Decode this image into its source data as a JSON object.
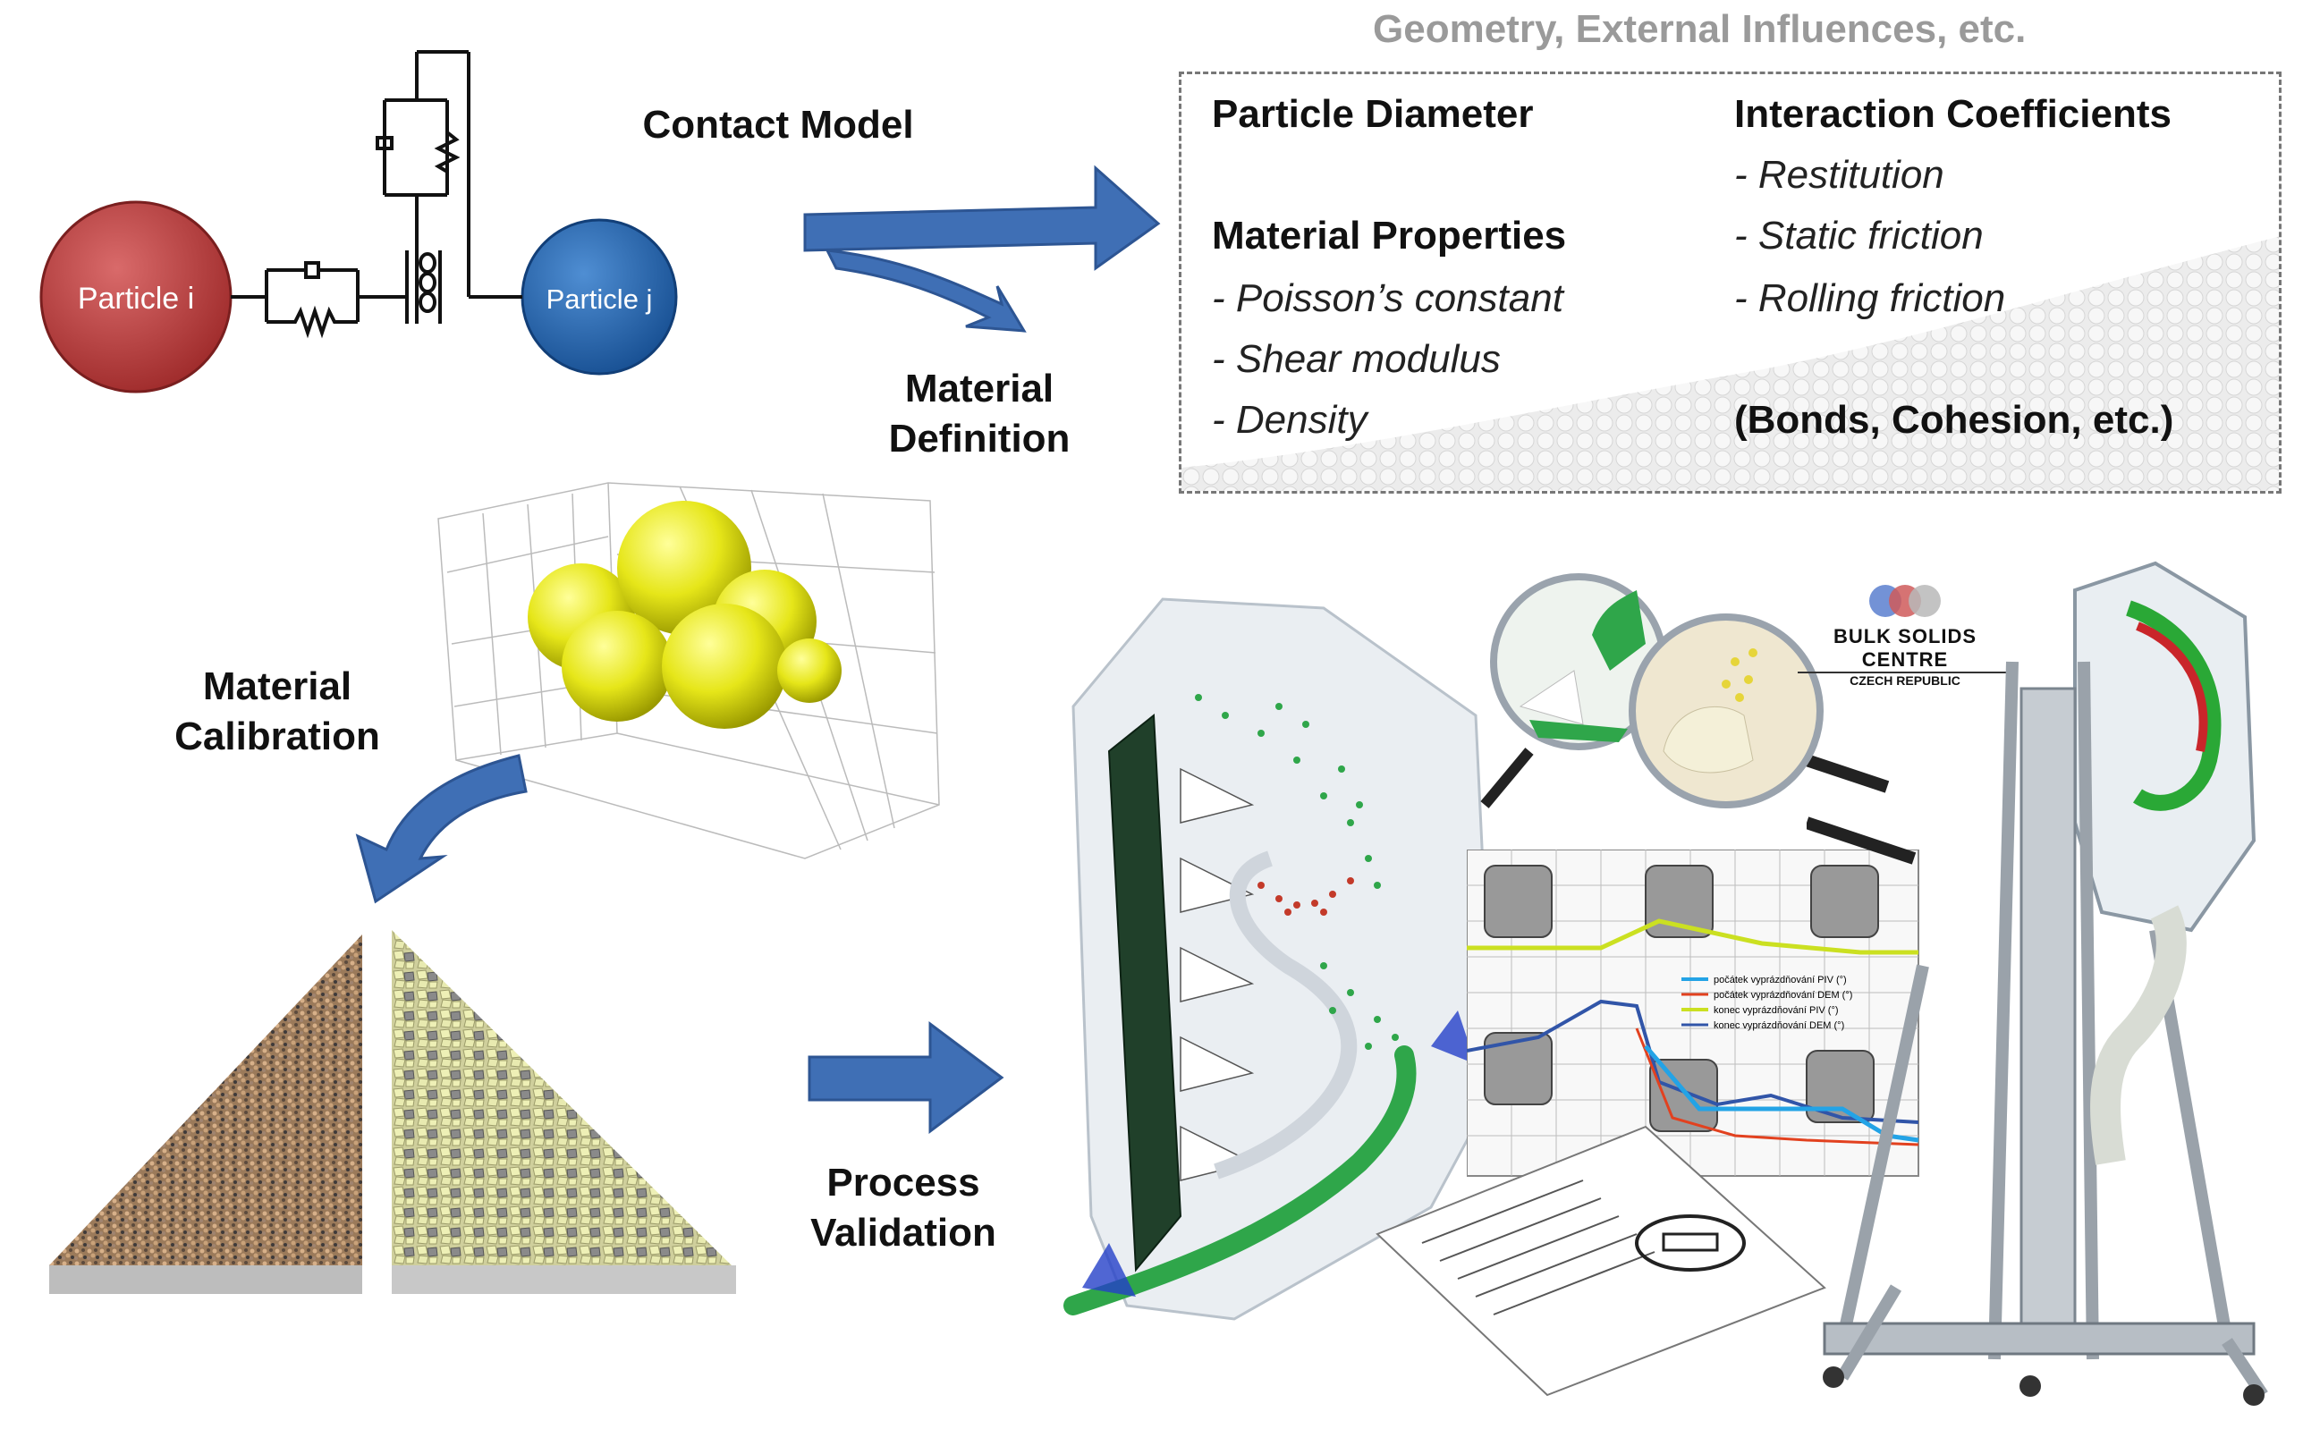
{
  "contact_model": {
    "label": "Contact Model",
    "particle_i": "Particle i",
    "particle_j": "Particle j",
    "colors": {
      "particle_i": "#b83a3a",
      "particle_j": "#1f62ad"
    }
  },
  "parameters": {
    "caption": "Geometry, External Influences, etc.",
    "particle_diameter": "Particle Diameter",
    "material_properties": "Material Properties",
    "material_items": [
      "- Poisson’s constant",
      "- Shear modulus",
      "- Density"
    ],
    "interaction_coefficients": "Interaction Coefficients",
    "interaction_items": [
      "- Restitution",
      "- Static friction",
      "- Rolling friction"
    ],
    "extra": "(Bonds, Cohesion, etc.)"
  },
  "labels": {
    "material_definition": [
      "Material",
      "Definition"
    ],
    "material_calibration": [
      "Material",
      "Calibration"
    ],
    "process_validation": [
      "Process",
      "Validation"
    ]
  },
  "logo": {
    "name": "Bulk Solids Centre",
    "subtitle": "Czech Republic"
  },
  "chart_legend": [
    "počátek vyprázdňování PIV (°)",
    "počátek vyprázdňování DEM (°)",
    "konec vyprázdňování PIV (°)",
    "konec vyprázdňování DEM (°)"
  ],
  "accent_colors": {
    "arrow": "#3f6fb5",
    "cluster": "#e6e619",
    "dem_green": "#2fa64a",
    "dem_red": "#c33a2a"
  }
}
